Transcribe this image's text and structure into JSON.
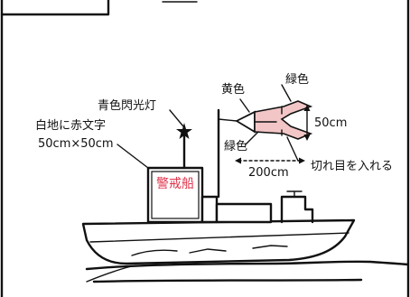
{
  "labels": {
    "blue_light": "青色閃光灯",
    "sign_text_line1": "白地に赤文字",
    "sign_text_line2": "50cm×50cm",
    "sign_word": "警戒船",
    "yellow": "黄色",
    "green_top": "緑色",
    "green_bottom": "緑色",
    "height": "50cm",
    "length": "200cm",
    "cut": "切れ目を入れる"
  },
  "colors": {
    "sign_text": "#e0344a",
    "streamer_fill": "#f2c6c6",
    "line": "#111111",
    "background": "#ffffff"
  }
}
